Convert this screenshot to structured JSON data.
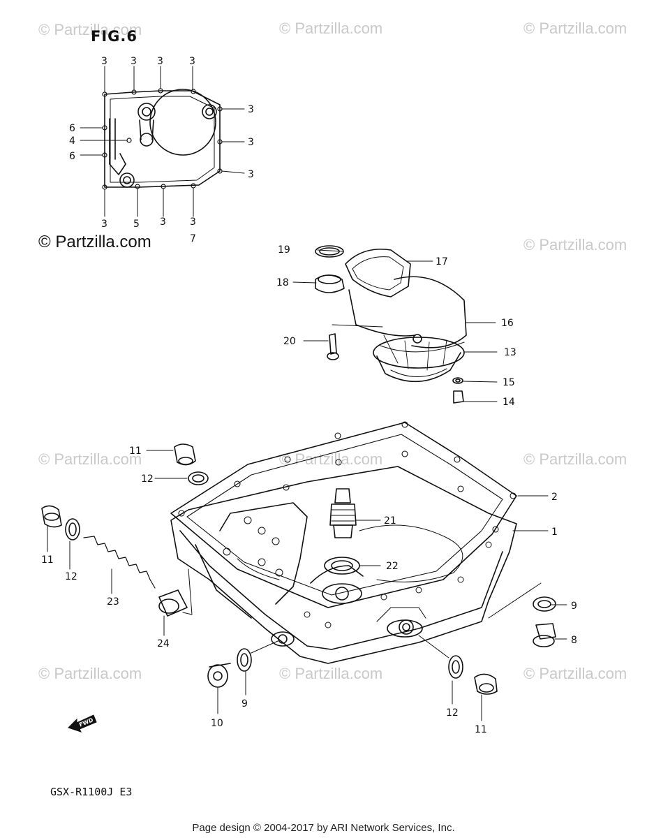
{
  "figure": {
    "title": "FIG.6"
  },
  "copyright_mark": "© Partzilla.com",
  "watermark_text": "© Partzilla.com",
  "model_code": "GSX-R1100J  E3",
  "footer": "Page design © 2004-2017 by ARI Network Services, Inc.",
  "fwd_label": "FWD",
  "callouts": {
    "c1": "1",
    "c2": "2",
    "c3": "3",
    "c4": "4",
    "c5": "5",
    "c6": "6",
    "c7": "7",
    "c8": "8",
    "c9": "9",
    "c10": "10",
    "c11": "11",
    "c12": "12",
    "c13": "13",
    "c14": "14",
    "c15": "15",
    "c16": "16",
    "c17": "17",
    "c18": "18",
    "c19": "19",
    "c20": "20",
    "c21": "21",
    "c22": "22",
    "c23": "23",
    "c24": "24"
  }
}
